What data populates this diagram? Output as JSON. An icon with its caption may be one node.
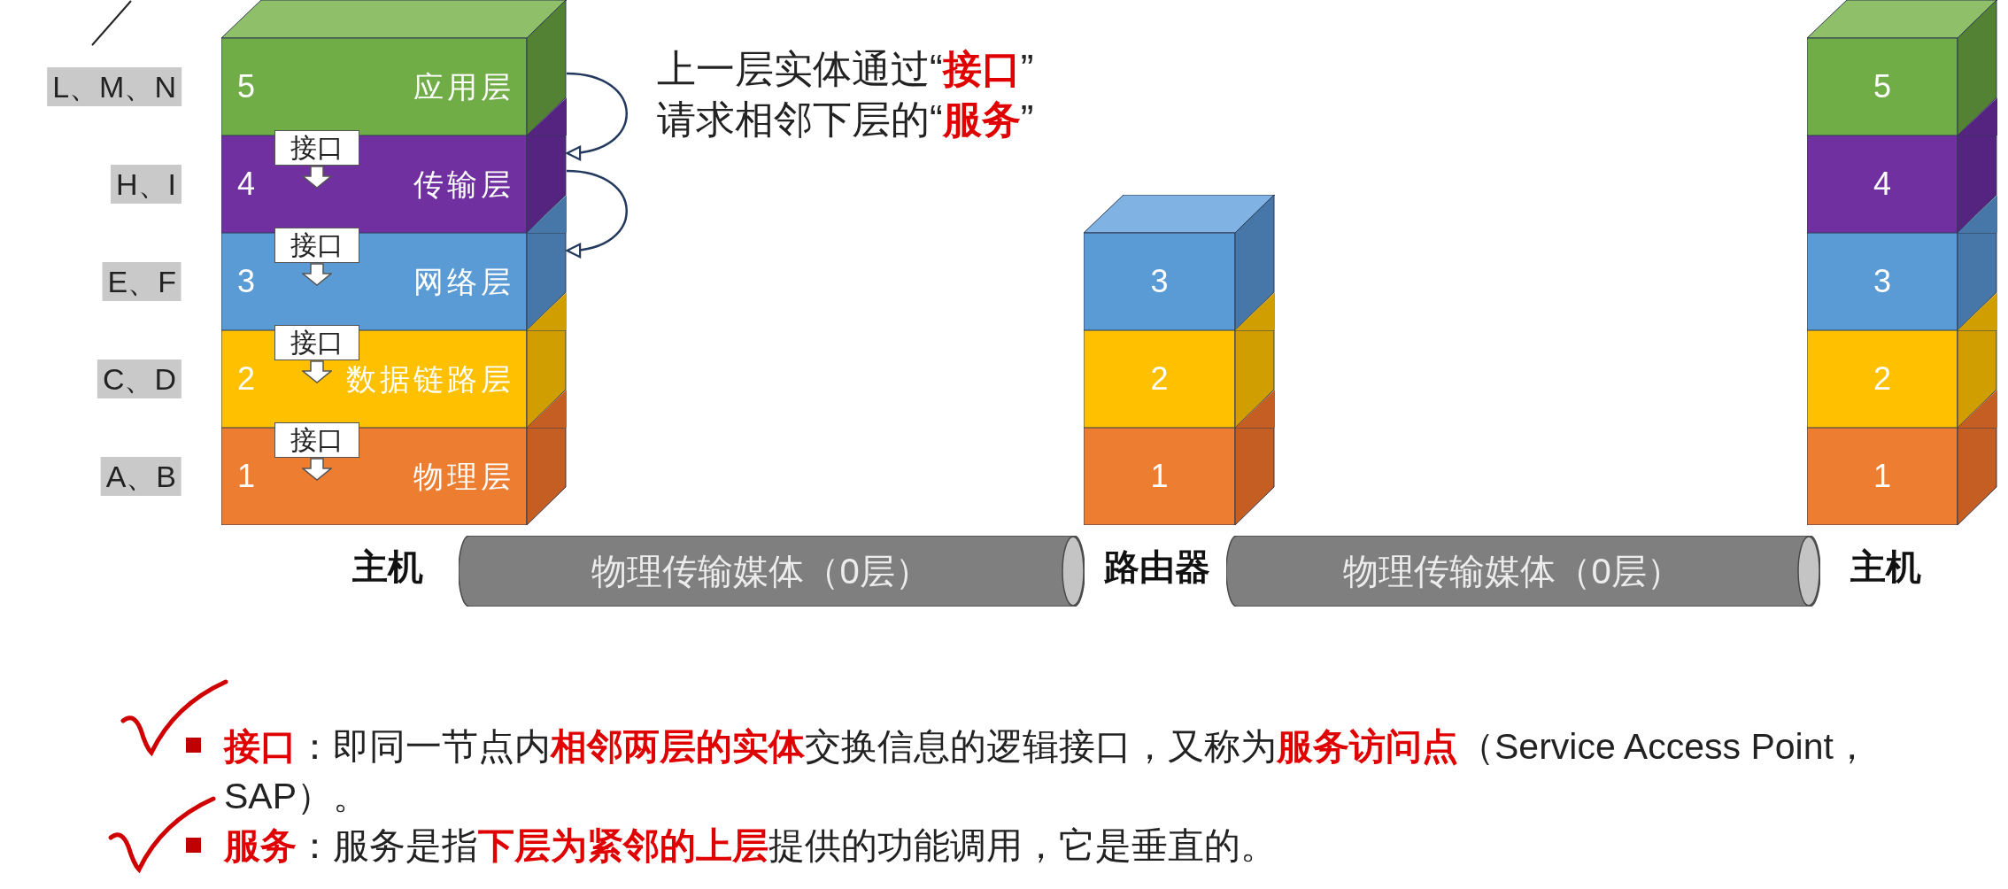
{
  "diagram": {
    "nodes": [
      {
        "text": [
          "L、M、N"
        ]
      },
      {
        "text": [
          "5",
          "应用层"
        ]
      },
      {
        "text": [
          "H、I"
        ]
      },
      {
        "text": [
          "4",
          "传输层"
        ]
      },
      {
        "text": [
          "E、F"
        ]
      },
      {
        "text": [
          "3",
          "网络层"
        ]
      },
      {
        "text": [
          "C、D"
        ]
      },
      {
        "text": [
          "2",
          "数据链路层"
        ]
      },
      {
        "text": [
          "A、B"
        ]
      },
      {
        "text": [
          "1",
          "物理层"
        ]
      },
      {
        "text": [
          "接口"
        ]
      },
      {
        "text": [
          "接口"
        ]
      },
      {
        "text": [
          "接口"
        ]
      },
      {
        "text": [
          "接口"
        ]
      },
      {
        "text": [
          "3"
        ]
      },
      {
        "text": [
          "2"
        ]
      },
      {
        "text": [
          "1"
        ]
      },
      {
        "text": [
          "5"
        ]
      },
      {
        "text": [
          "4"
        ]
      },
      {
        "text": [
          "3"
        ]
      },
      {
        "text": [
          "2"
        ]
      },
      {
        "text": [
          "1"
        ]
      },
      {
        "text": [
          "物理传输媒体（0层）"
        ]
      },
      {
        "text": [
          "物理传输媒体（0层）"
        ]
      }
    ],
    "edges": [
      {
        "from": 1,
        "to": 3,
        "arrow": "to"
      },
      {
        "from": 3,
        "to": 5,
        "arrow": "to"
      }
    ],
    "labels": [
      "上一层实体通过“**接口**”",
      "请求相邻下层的“**服务**”",
      "主机",
      "路由器",
      "主机",
      "**接口**：即同一节点内**相邻两层的实体**交换信息的逻辑接口，又称为**服务访问点**（Service Access Point， SAP）。",
      "**服务**：服务是指**下层为紧邻的上层**提供的功能调用，它是垂直的。"
    ]
  }
}
